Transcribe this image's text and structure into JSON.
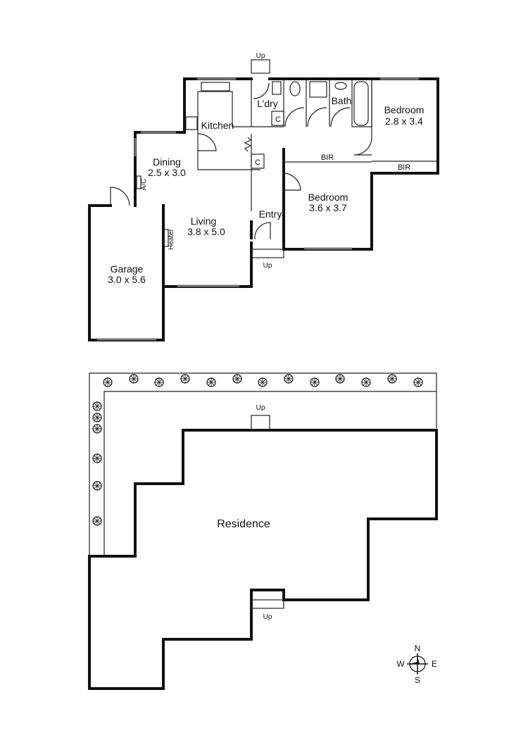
{
  "floor_plan": {
    "rooms": {
      "kitchen": {
        "name": "Kitchen"
      },
      "laundry": {
        "name": "L’dry"
      },
      "bath": {
        "name": "Bath"
      },
      "bedroom1": {
        "name": "Bedroom",
        "size": "2.8 x 3.4"
      },
      "dining": {
        "name": "Dining",
        "size": "2.5 x 3.0"
      },
      "bedroom2": {
        "name": "Bedroom",
        "size": "3.6 x 3.7"
      },
      "living": {
        "name": "Living",
        "size": "3.8 x 5.0"
      },
      "entry": {
        "name": "Entry"
      },
      "garage": {
        "name": "Garage",
        "size": "3.0 x 5.6"
      }
    },
    "labels": {
      "bir1": "BIR",
      "bir2": "BIR",
      "cupboard1": "C",
      "cupboard2": "C",
      "ac": "A/C",
      "heater": "Heater",
      "up_top": "Up",
      "up_entry": "Up"
    }
  },
  "site_plan": {
    "residence": "Residence",
    "up_top": "Up",
    "up_bottom": "Up"
  },
  "compass": {
    "n": "N",
    "s": "S",
    "e": "E",
    "w": "W"
  }
}
